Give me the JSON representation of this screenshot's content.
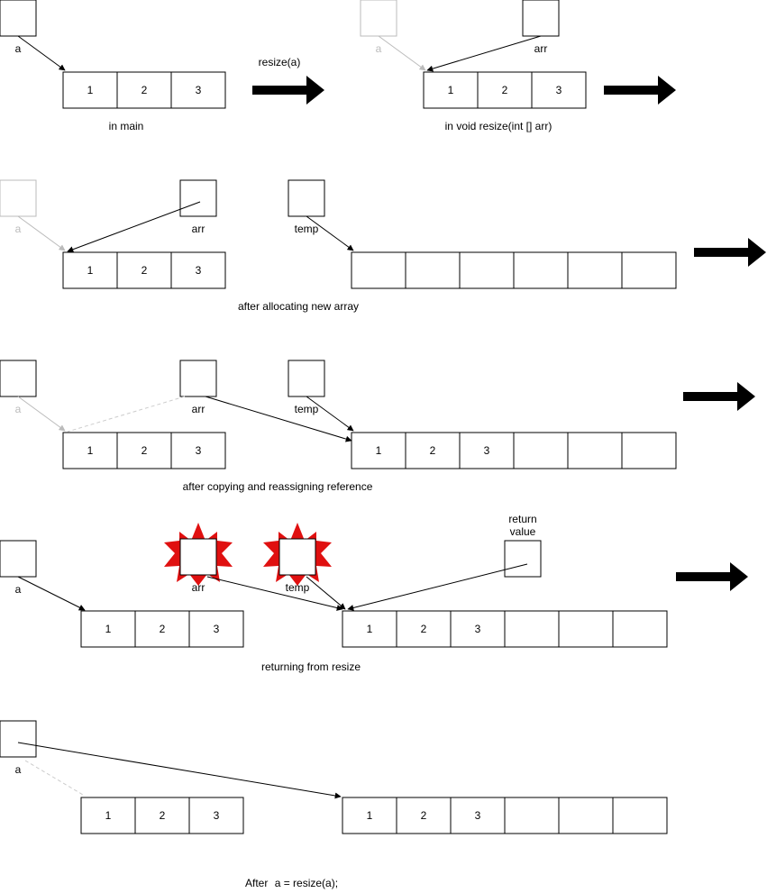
{
  "labels": {
    "a": "a",
    "arr": "arr",
    "temp": "temp",
    "return_line1": "return",
    "return_line2": "value",
    "resize_call": "resize(a)"
  },
  "cells": {
    "c1": "1",
    "c2": "2",
    "c3": "3"
  },
  "captions": {
    "in_main": "in main",
    "in_resize": "in void resize(int [] arr)",
    "after_alloc": "after allocating new array",
    "after_copy": "after copying and reassigning reference",
    "returning": "returning from resize",
    "after_prefix": "After",
    "after_code": "a = resize(a);"
  },
  "colors": {
    "line": "#000000",
    "faded": "#bbbbbb",
    "dashed": "#cccccc",
    "burst": "#e01010"
  }
}
